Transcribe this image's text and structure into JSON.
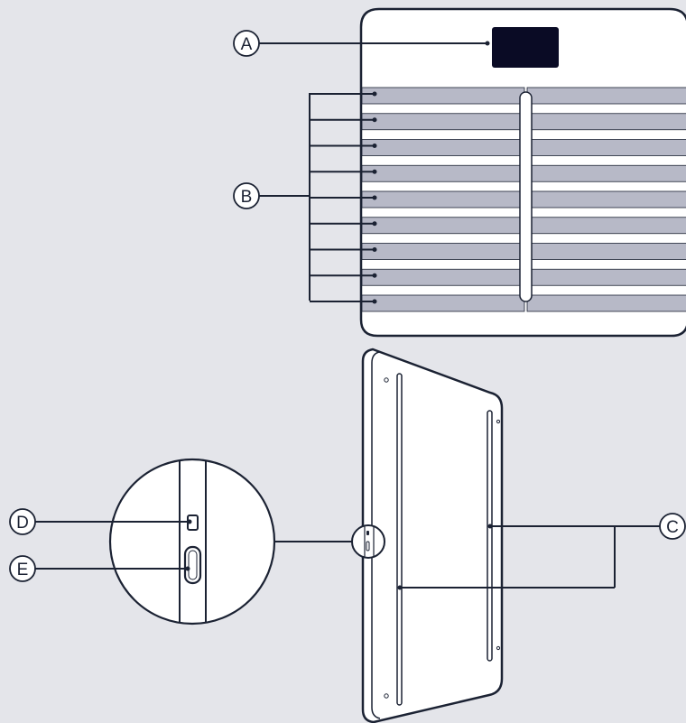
{
  "diagram": {
    "callouts": {
      "display": "A",
      "electrodes": "B",
      "feet_electrodes": "C",
      "usb_port": "D",
      "button": "E"
    },
    "colors": {
      "background": "#e4e5ea",
      "outline": "#1b2233",
      "device_fill": "#ffffff",
      "electrode_strip": "#b7b9c7",
      "display": "#0a0b25"
    },
    "electrode_row_count": 9
  }
}
